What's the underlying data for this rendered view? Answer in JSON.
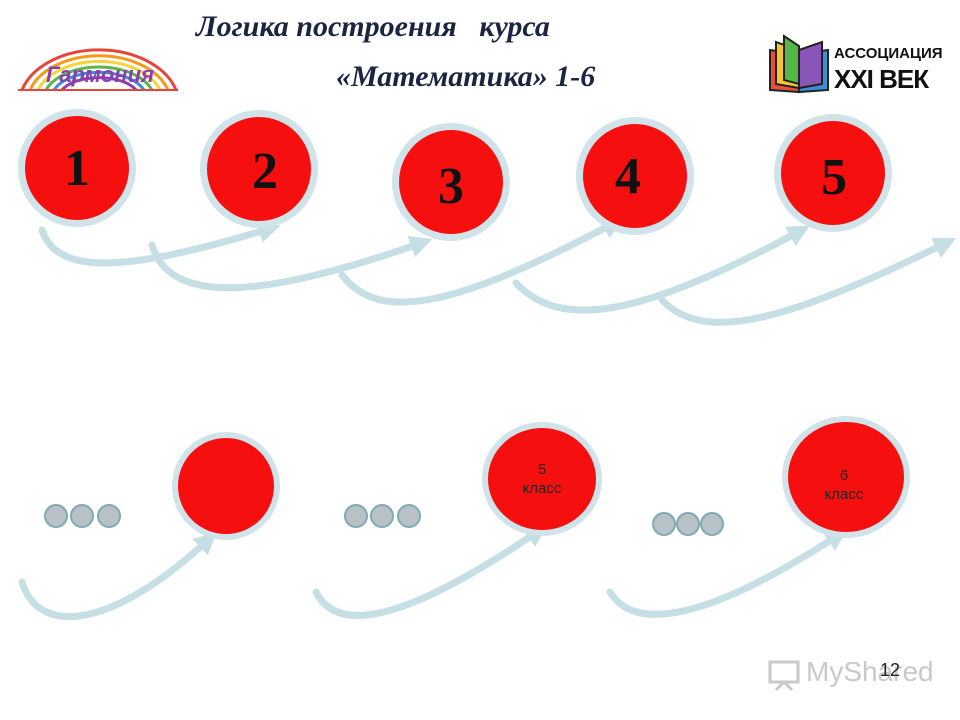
{
  "header": {
    "title_line1": "Логика построения   курса",
    "title_line2": "«Математика» 1-6"
  },
  "logos": {
    "left_text": "Гармония",
    "right_line1": "АССОЦИАЦИЯ",
    "right_line2": "XXI ВЕК"
  },
  "top_circles": [
    "1",
    "2",
    "3",
    "4",
    "5"
  ],
  "bottom_circles": {
    "first": "",
    "second_line1": "5",
    "second_line2": "класс",
    "third_line1": "6",
    "third_line2": "класс"
  },
  "footer": {
    "page_number": "12",
    "watermark": "MyShared"
  },
  "colors": {
    "circle_fill": "#f50f0f",
    "ring": "#cfe3e8",
    "arrow": "#c5dfe5",
    "dot": "#b8c2c6"
  }
}
